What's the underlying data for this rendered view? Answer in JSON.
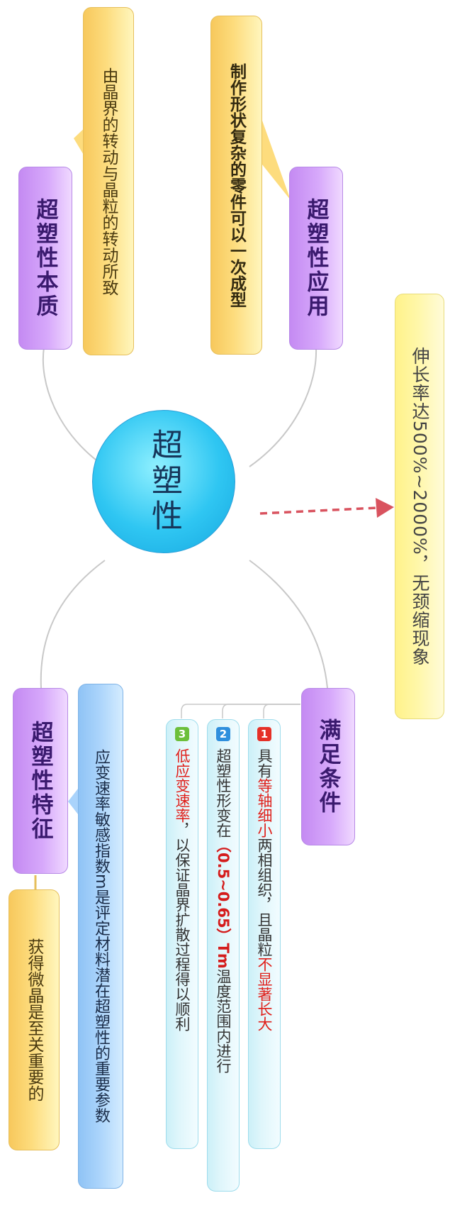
{
  "center": {
    "label": "超塑性"
  },
  "branches": {
    "essence": {
      "label": "超塑性本质",
      "note": "由晶界的转动与晶粒的转动所致"
    },
    "application": {
      "label": "超塑性应用",
      "note": "制作形状复杂的零件可以一次成型"
    },
    "elongation": {
      "text": "伸长率达500%~2000%，无颈缩现象"
    },
    "features": {
      "label": "超塑性特征",
      "note_sensitivity": "应变速率敏感指数m是评定材料潜在超塑性的重要参数",
      "note_microcrystal": "获得微晶是至关重要的"
    },
    "conditions": {
      "label": "满足条件",
      "items": [
        {
          "num": "1",
          "p1": "具有",
          "h1": "等轴细小",
          "p2": "两相组织，且晶粒",
          "h2": "不显著长大"
        },
        {
          "num": "2",
          "p1": "超塑性形变在",
          "h1": "（0.5~0.65）Tm",
          "p2": "温度范围内进行"
        },
        {
          "num": "3",
          "h1": "低应变速率",
          "p1": "，以保证晶界扩散过程得以顺利"
        }
      ]
    }
  },
  "colors": {
    "center_fill": "#2fc6f2",
    "topic_fill": "#c48af2",
    "note_yellow": "#fddc7d",
    "note_blue": "#a9d3fb",
    "arrow": "#d9535f",
    "highlight_red": "#e0201b"
  }
}
